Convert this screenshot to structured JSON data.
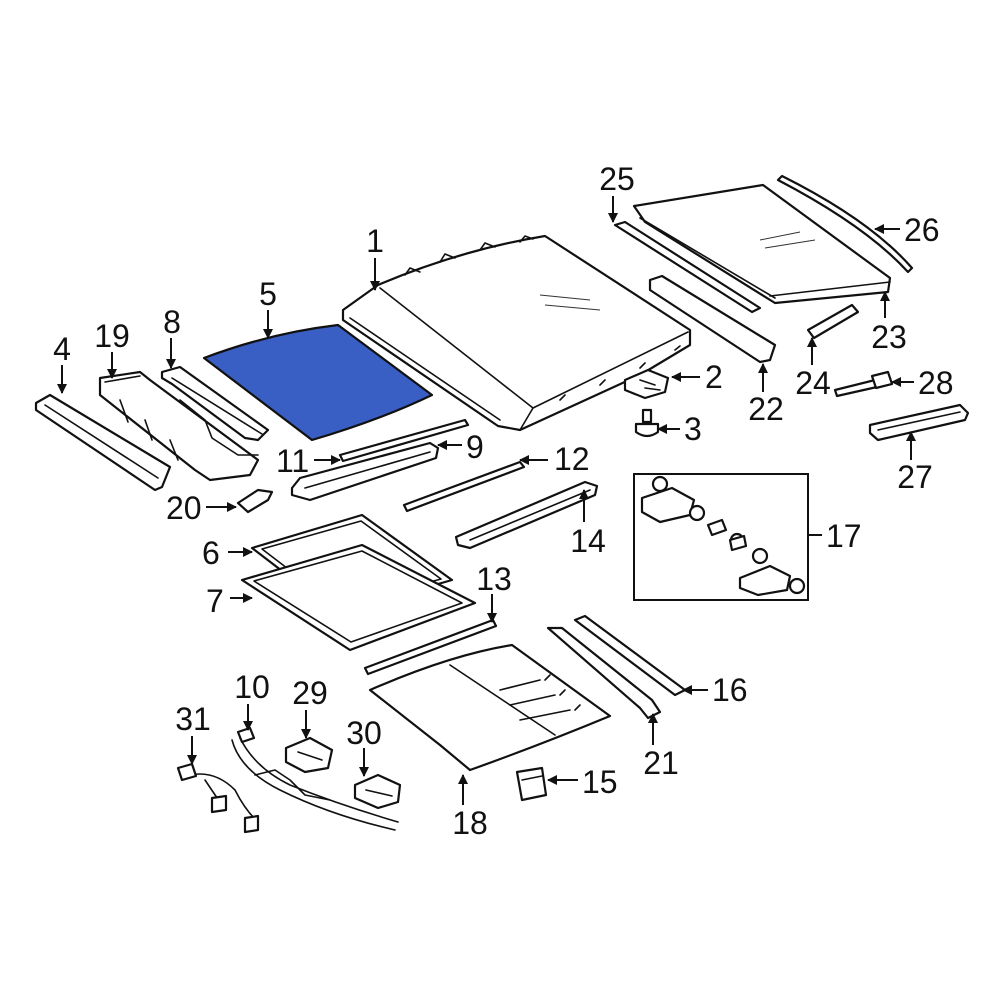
{
  "colors": {
    "highlight": "#3a5fc4",
    "line": "#111111",
    "background": "#ffffff"
  },
  "highlighted_part": "5",
  "callouts": [
    "1",
    "2",
    "3",
    "4",
    "5",
    "6",
    "7",
    "8",
    "9",
    "10",
    "11",
    "12",
    "13",
    "14",
    "15",
    "16",
    "17",
    "18",
    "19",
    "20",
    "21",
    "22",
    "23",
    "24",
    "25",
    "26",
    "27",
    "28",
    "29",
    "30",
    "31"
  ]
}
